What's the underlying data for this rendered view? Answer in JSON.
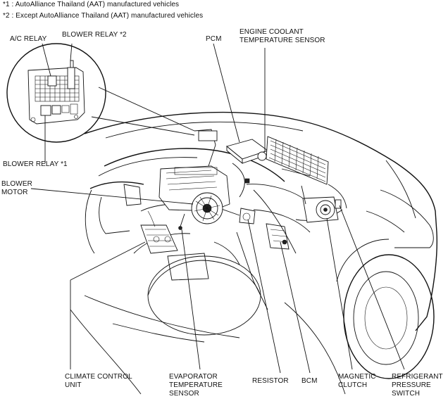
{
  "notes": {
    "note1": "*1 : AutoAlliance Thailand (AAT) manufactured vehicles",
    "note2": "*2 : Except AutoAlliance Thailand (AAT) manufactured vehicles"
  },
  "labels": {
    "ac_relay": "A/C RELAY",
    "blower_relay_2": "BLOWER RELAY *2",
    "blower_relay_1": "BLOWER RELAY *1",
    "pcm": "PCM",
    "ect_sensor_line1": "ENGINE COOLANT",
    "ect_sensor_line2": "TEMPERATURE SENSOR",
    "blower_motor_line1": "BLOWER",
    "blower_motor_line2": "MOTOR",
    "climate_line1": "CLIMATE CONTROL",
    "climate_line2": "UNIT",
    "evap_line1": "EVAPORATOR",
    "evap_line2": "TEMPERATURE",
    "evap_line3": "SENSOR",
    "resistor": "RESISTOR",
    "bcm": "BCM",
    "magnetic_line1": "MAGNETIC",
    "magnetic_line2": "CLUTCH",
    "refrig_line1": "REFRIGERANT",
    "refrig_line2": "PRESSURE",
    "refrig_line3": "SWITCH"
  }
}
